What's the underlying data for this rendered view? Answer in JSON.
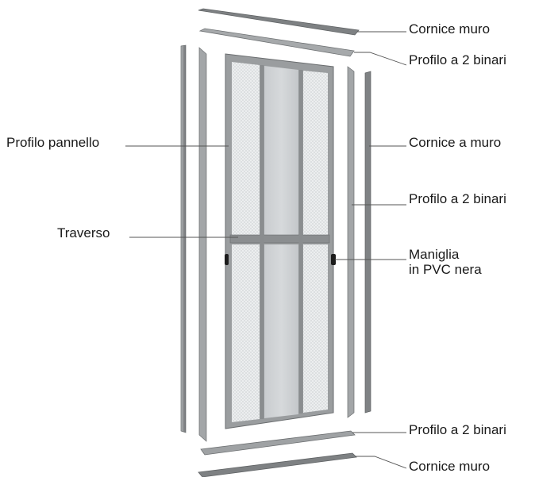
{
  "labels": {
    "cornice_muro_top": "Cornice muro",
    "profilo_2_binari_top": "Profilo a 2 binari",
    "profilo_pannello": "Profilo pannello",
    "cornice_a_muro": "Cornice a muro",
    "profilo_2_binari_right": "Profilo a 2 binari",
    "traverso": "Traverso",
    "maniglia_line1": "Maniglia",
    "maniglia_line2": "in PVC nera",
    "profilo_2_binari_bottom": "Profilo a 2 binari",
    "cornice_muro_bottom": "Cornice muro"
  },
  "colors": {
    "frame": "#8f9294",
    "frame_dark": "#6e7173",
    "mesh": "#e4e6e8",
    "handle": "#1c1c1c",
    "leader": "#555555"
  }
}
